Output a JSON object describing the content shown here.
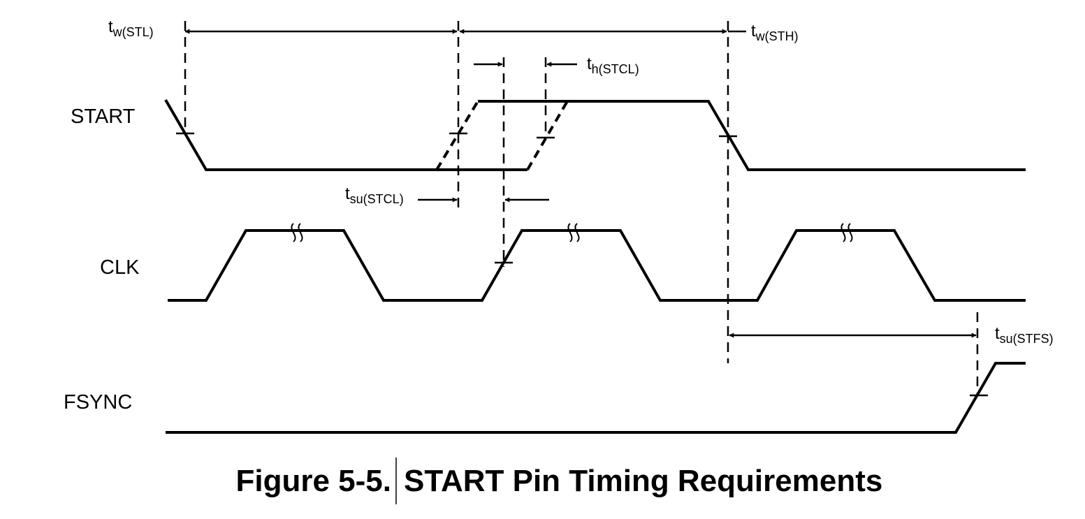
{
  "signals": {
    "start": "START",
    "clk": "CLK",
    "fsync": "FSYNC"
  },
  "parameters": {
    "tw_stl": {
      "main": "t",
      "sub": "w(STL)"
    },
    "tw_sth": {
      "main": "t",
      "sub": "w(STH)"
    },
    "th_stcl": {
      "main": "t",
      "sub": "h(STCL)"
    },
    "tsu_stcl": {
      "main": "t",
      "sub": "su(STCL)"
    },
    "tsu_stfs": {
      "main": "t",
      "sub": "su(STFS)"
    }
  },
  "caption": {
    "number": "Figure 5-5.",
    "title": "START Pin Timing Requirements"
  }
}
